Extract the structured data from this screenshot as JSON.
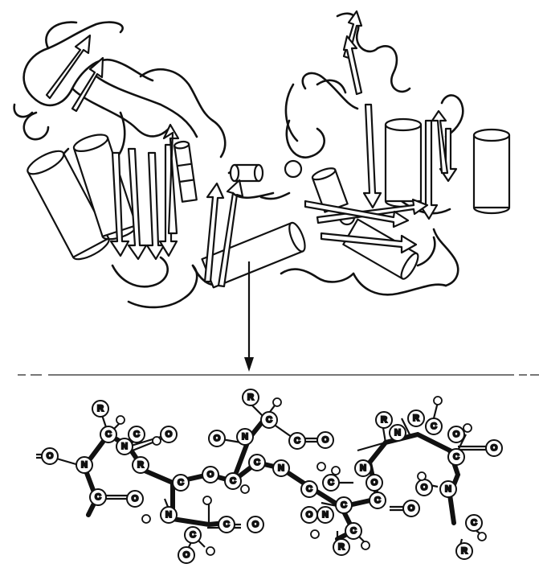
{
  "figure": {
    "ink_color": "#111111",
    "paper_color": "#ffffff",
    "protein_ribbon": {
      "domains": [
        "left-domain",
        "right-domain"
      ],
      "element_types": [
        "alpha-helix-cylinder",
        "beta-strand-arrow",
        "loop-coil"
      ]
    },
    "pointer_arrow": {
      "direction": "down"
    },
    "separator": {
      "style": "dashed-solid-line"
    },
    "atomic_chain": {
      "atom_labels": [
        "R",
        "C",
        "C",
        "N",
        "R",
        "N",
        "C",
        "C",
        "N",
        "C",
        "C",
        "C",
        "R",
        "C",
        "N",
        "C",
        "C",
        "N",
        "C",
        "N",
        "C",
        "R",
        "R",
        "N",
        "R",
        "C",
        "C",
        "N",
        "C",
        "N",
        "C",
        "C",
        "C",
        "R",
        "O",
        "O",
        "O",
        "O",
        "O",
        "O",
        "O",
        "O",
        "O",
        "O",
        "O",
        "O",
        "O",
        "O"
      ]
    }
  }
}
